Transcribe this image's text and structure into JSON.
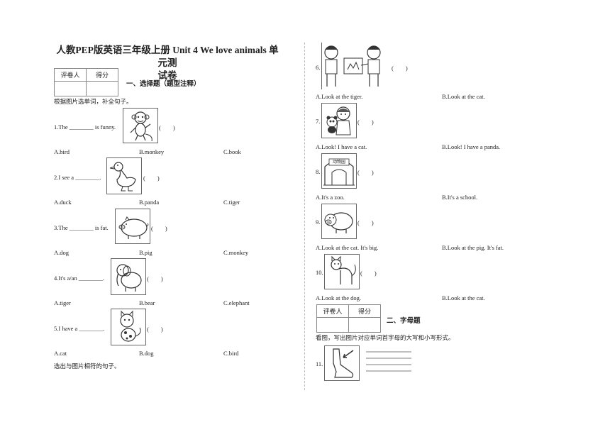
{
  "title_line1": "人教PEP版英语三年级上册 Unit 4 We love animals 单元测",
  "title_line2": "试卷",
  "score_table": {
    "col1": "评卷人",
    "col2": "得分"
  },
  "section1": "一、选择题（题型注释）",
  "instr1": "根据图片选单词，补全句子。",
  "section2": "二、字母题",
  "instr2": "看图，写出图片对应单词首字母的大写和小写形式。",
  "instr3": "选出与图片相符的句子。",
  "paren": "(　　)",
  "questions_left": [
    {
      "num": "1.",
      "text": "1.The ________ is funny.",
      "a": "A.bird",
      "b": "B.monkey",
      "c": "C.book"
    },
    {
      "num": "2.",
      "text": "2.I see a ________.",
      "a": "A.duck",
      "b": "B.panda",
      "c": "C.tiger"
    },
    {
      "num": "3.",
      "text": "3.The ________ is fat.",
      "a": "A.dog",
      "b": "B.pig",
      "c": "C.monkey"
    },
    {
      "num": "4.",
      "text": "4.It's a/an ________.",
      "a": "A.tiger",
      "b": "B.bear",
      "c": "C.elephant"
    },
    {
      "num": "5.",
      "text": "5.I have a ________.",
      "a": "A.cat",
      "b": "B.dog",
      "c": "C.bird"
    }
  ],
  "questions_right": [
    {
      "num": "6.",
      "a": "A.Look at the tiger.",
      "b": "B.Look at the cat."
    },
    {
      "num": "7.",
      "a": "A.Look! I have a cat.",
      "b": "B.Look! I have a panda."
    },
    {
      "num": "8.",
      "a": "A.It's a zoo.",
      "b": "B.It's a school.",
      "sign": "动物园"
    },
    {
      "num": "9.",
      "a": "A.Look at the cat. It's big.",
      "b": "B.Look at the pig. It's fat."
    },
    {
      "num": "10.",
      "a": "A.Look at the dog.",
      "b": "B.Look at the cat."
    }
  ],
  "q11_num": "11."
}
